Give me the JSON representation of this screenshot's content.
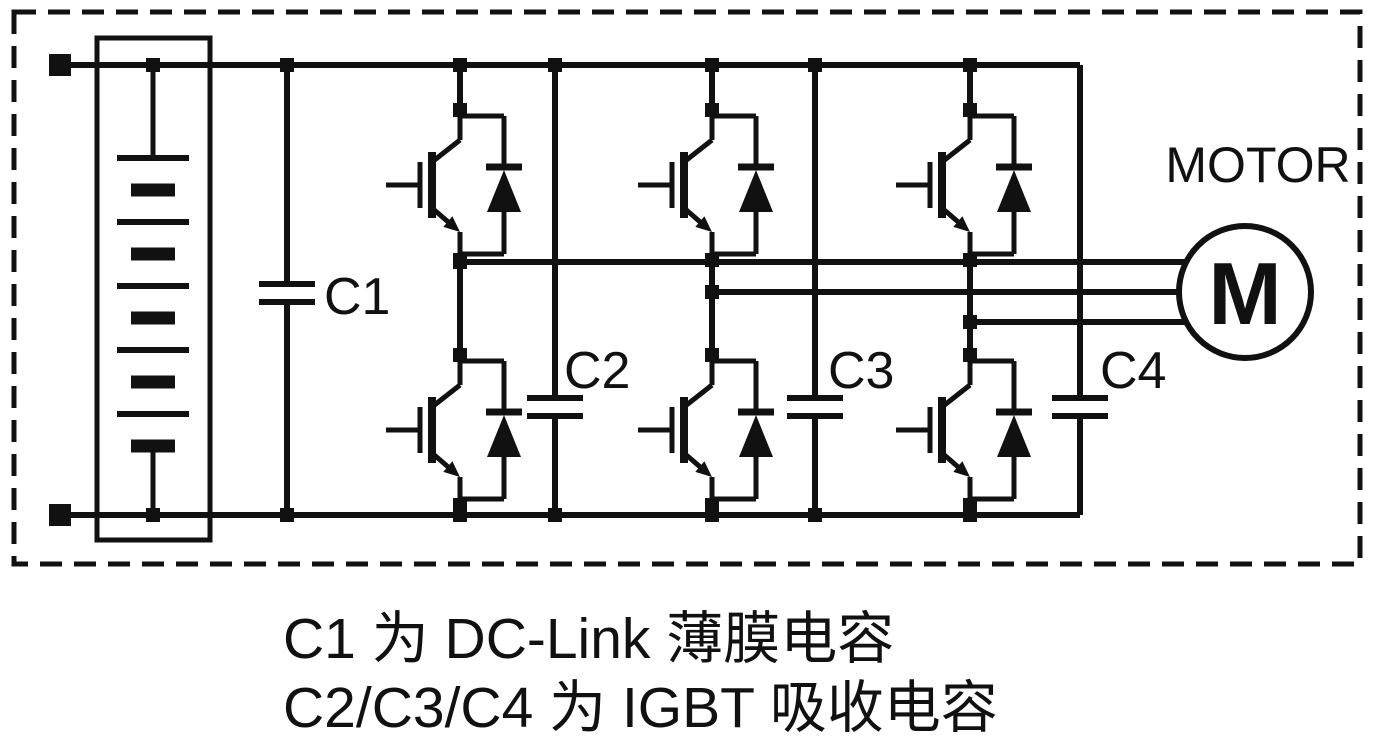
{
  "diagram": {
    "labels": {
      "c1": "C1",
      "c2": "C2",
      "c3": "C3",
      "c4": "C4",
      "motor_title": "MOTOR",
      "motor_symbol": "M"
    },
    "captions": {
      "line1": "C1 为 DC-Link 薄膜电容",
      "line2": "C2/C3/C4 为 IGBT 吸收电容"
    }
  }
}
